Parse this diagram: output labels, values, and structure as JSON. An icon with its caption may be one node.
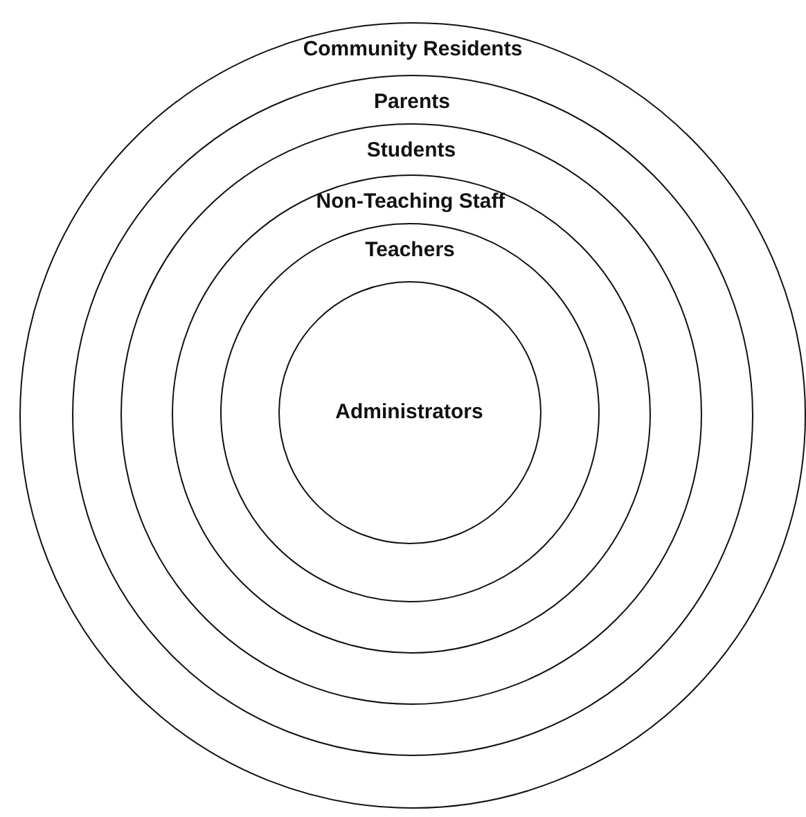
{
  "diagram": {
    "nodes": [
      {
        "text": [
          "Community Residents"
        ]
      },
      {
        "text": [
          "Parents"
        ],
        "in": 0
      },
      {
        "text": [
          "Students"
        ],
        "in": 1
      },
      {
        "text": [
          "Non-Teaching Staff"
        ],
        "in": 2
      },
      {
        "text": [
          "Teachers"
        ],
        "in": 3
      },
      {
        "text": [
          "Administrators"
        ],
        "in": 4
      }
    ]
  }
}
